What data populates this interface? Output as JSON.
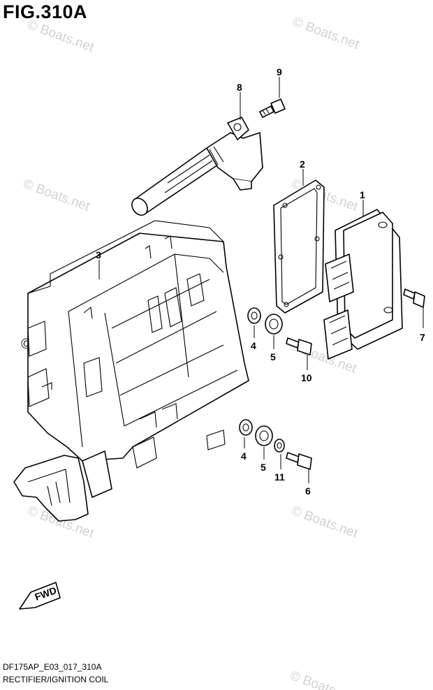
{
  "figure": {
    "title": "FIG.310A",
    "code": "DF175AP_E03_017_310A",
    "caption": "RECTIFIER/IGNITION COIL"
  },
  "watermark": {
    "text": "© Boats.net"
  },
  "direction_marker": {
    "text": "FWD"
  },
  "callouts": {
    "c1": "1",
    "c2": "2",
    "c3": "3",
    "c4a": "4",
    "c4b": "4",
    "c5a": "5",
    "c5b": "5",
    "c6": "6",
    "c7": "7",
    "c8": "8",
    "c9": "9",
    "c10": "10",
    "c11": "11"
  }
}
